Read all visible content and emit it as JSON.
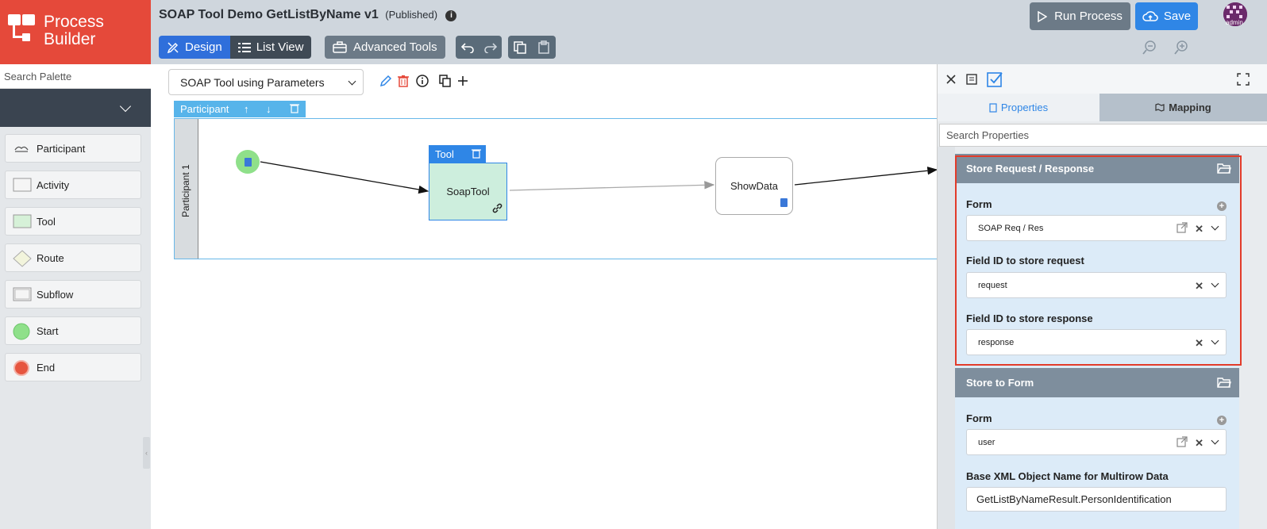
{
  "app": {
    "logo_line1": "Process",
    "logo_line2": "Builder",
    "title": "SOAP Tool Demo GetListByName v1",
    "status": "(Published)"
  },
  "toolbar": {
    "design_label": "Design",
    "list_view_label": "List View",
    "advanced_tools_label": "Advanced Tools",
    "run_label": "Run Process",
    "save_label": "Save",
    "avatar_text": "admin"
  },
  "palette": {
    "search_placeholder": "Search Palette",
    "items": [
      {
        "label": "Participant",
        "icon": "participant-icon"
      },
      {
        "label": "Activity",
        "icon": "activity-icon"
      },
      {
        "label": "Tool",
        "icon": "tool-icon"
      },
      {
        "label": "Route",
        "icon": "route-icon"
      },
      {
        "label": "Subflow",
        "icon": "subflow-icon"
      },
      {
        "label": "Start",
        "icon": "start-icon"
      },
      {
        "label": "End",
        "icon": "end-icon"
      }
    ]
  },
  "canvas": {
    "process_select": "SOAP Tool using Parameters",
    "participant_tab": "Participant",
    "lane_label": "Participant 1",
    "tool_tab": "Tool",
    "nodes": {
      "tool": "SoapTool",
      "activity": "ShowData"
    }
  },
  "panel": {
    "tabs": {
      "properties": "Properties",
      "mapping": "Mapping"
    },
    "search_placeholder": "Search Properties",
    "sections": [
      {
        "title": "Store Request / Response",
        "fields": [
          {
            "label": "Form",
            "value": "SOAP Req / Res"
          },
          {
            "label": "Field ID to store request",
            "value": "request"
          },
          {
            "label": "Field ID to store response",
            "value": "response"
          }
        ]
      },
      {
        "title": "Store to Form",
        "fields": [
          {
            "label": "Form",
            "value": "user"
          },
          {
            "label": "Base XML Object Name for Multirow Data",
            "value": "GetListByNameResult.PersonIdentification"
          }
        ]
      }
    ]
  },
  "colors": {
    "brand": "#e5493a",
    "accent": "#2f86e6",
    "highlight": "#e23b2a"
  }
}
